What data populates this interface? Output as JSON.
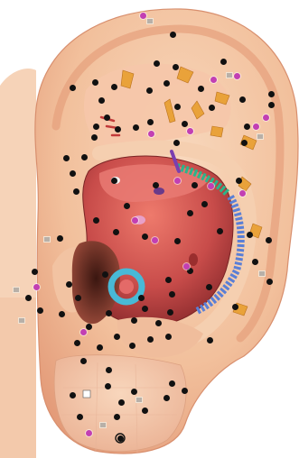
{
  "figure": {
    "subject": "ear-acupressure-map",
    "colors": {
      "background": "#ffffff",
      "skin": "#f3c6a2",
      "skin_shadow": "#e59a78",
      "concha": "#c24a4a",
      "point": "#111111",
      "highlight_point": "#c23fb3",
      "green_band": "#2bb58a",
      "blue_band": "#5a7fd6",
      "cyan_ring": "#48b9d6"
    },
    "icons": [
      "acupoint-marker",
      "organ-pictogram",
      "spine-segment"
    ]
  }
}
